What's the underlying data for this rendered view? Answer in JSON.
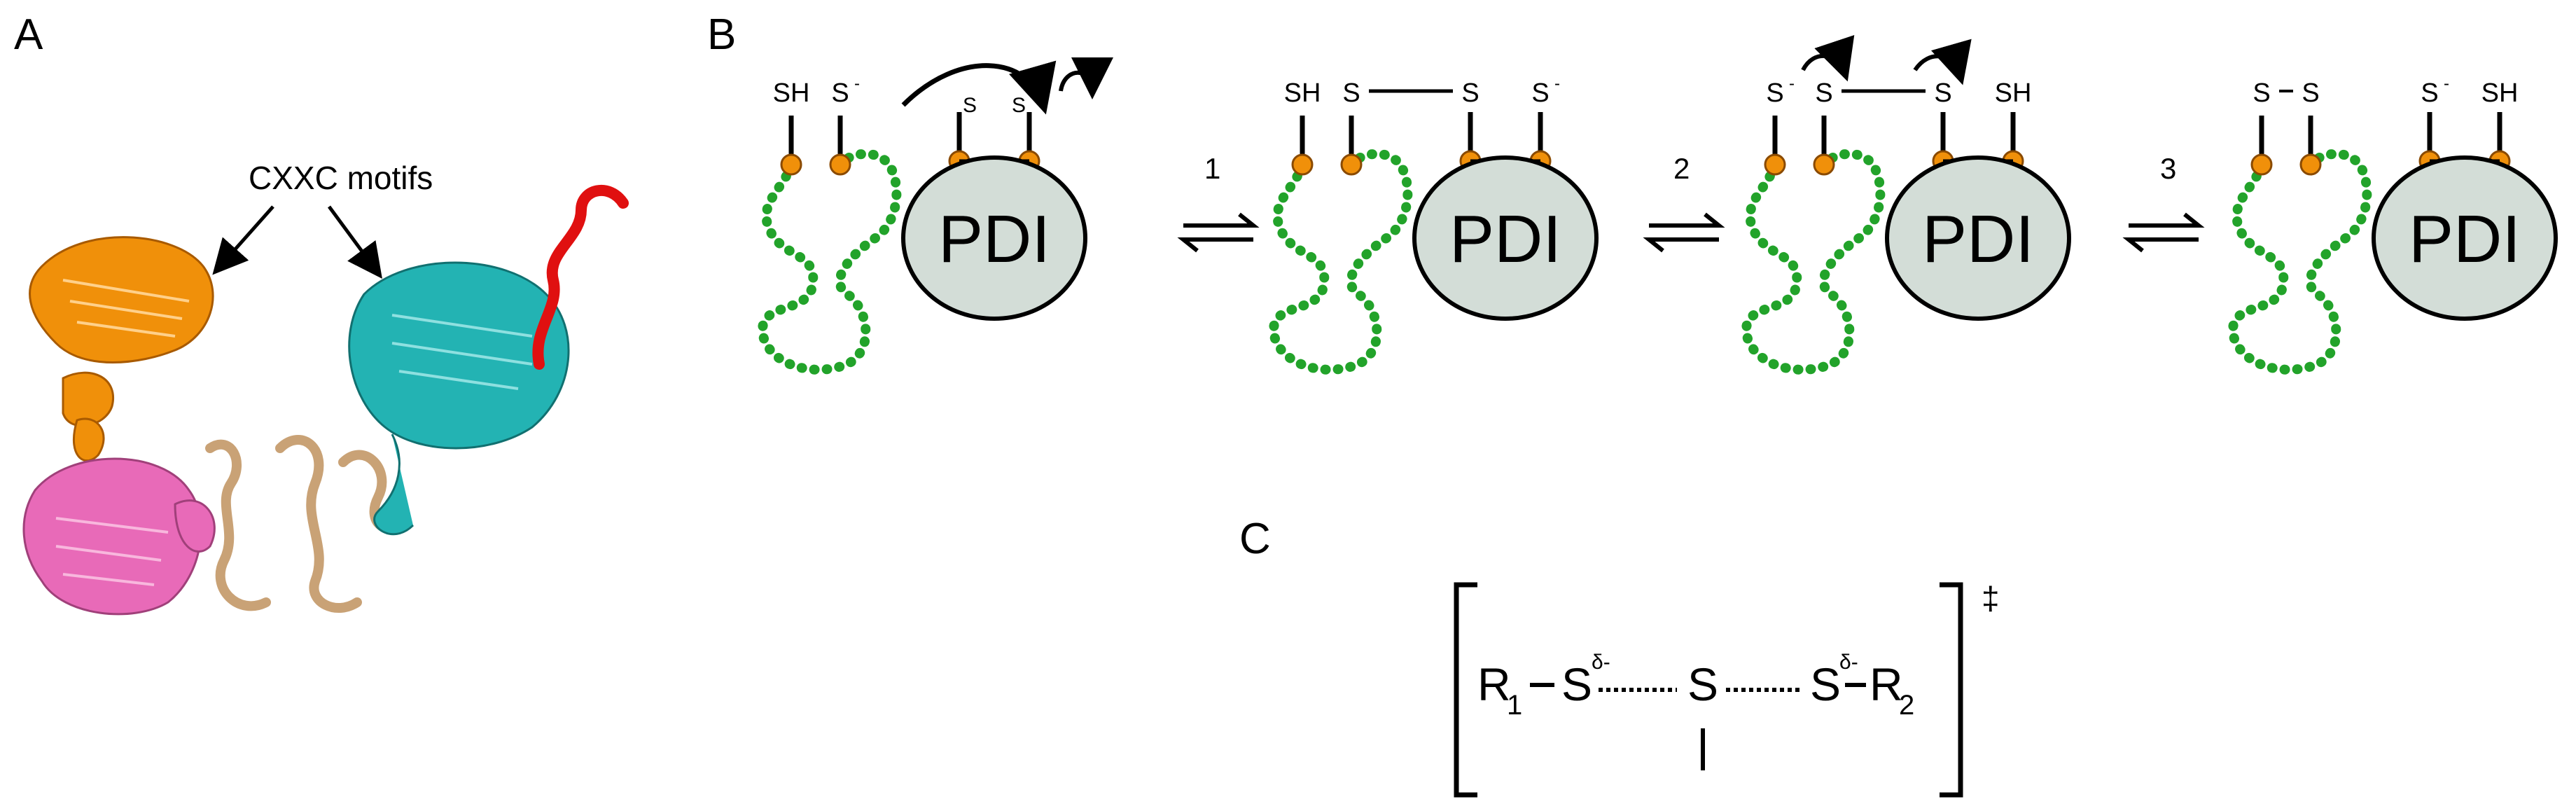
{
  "panel_a": {
    "letter": "A",
    "callout": "CXXC motifs",
    "colors": {
      "orange": "#F0900A",
      "cyan": "#23B3B3",
      "red": "#E01010",
      "tan": "#D9B88E",
      "pink": "#E86AB8"
    }
  },
  "panel_b": {
    "letter": "B",
    "enzyme_label": "PDI",
    "steps": [
      "1",
      "2",
      "3"
    ],
    "thiol": "SH",
    "thiolate": "S",
    "sulfur": "S",
    "minus": "-",
    "colors": {
      "chain": "#22A32A",
      "cys": "#F0900A",
      "pdi_fill": "#D3DDD7"
    }
  },
  "panel_c": {
    "letter": "C",
    "r1_base": "R",
    "r1_sub": "1",
    "s_left": "S",
    "delta_minus": "δ-",
    "s_middle": "S",
    "s_right": "S",
    "r2_base": "R",
    "r2_sub": "2",
    "dagger": "‡"
  }
}
